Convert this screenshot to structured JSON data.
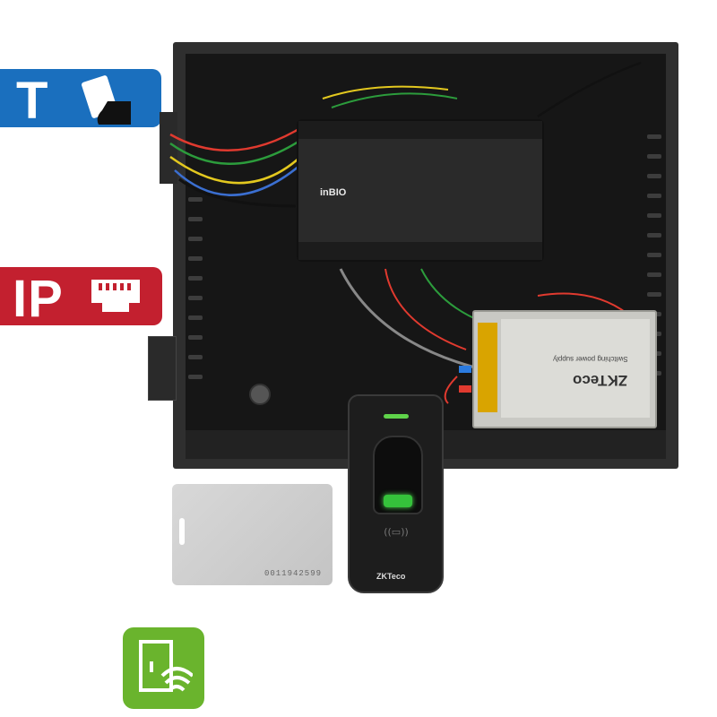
{
  "badges": {
    "top": {
      "letter": "T",
      "color": "#1a6fbe",
      "icon": "card-in-hand-icon"
    },
    "middle": {
      "letter": "IP",
      "color": "#c3202f",
      "icon": "ethernet-port-icon"
    },
    "bottom": {
      "color": "#6ab42d",
      "icon": "rfid-door-icon"
    }
  },
  "controller": {
    "logo": "inBIO"
  },
  "psu": {
    "brand": "ZKTeco",
    "subtitle": "Switching power supply"
  },
  "card": {
    "number": "0011942599"
  },
  "reader": {
    "brand": "ZKTeco"
  }
}
